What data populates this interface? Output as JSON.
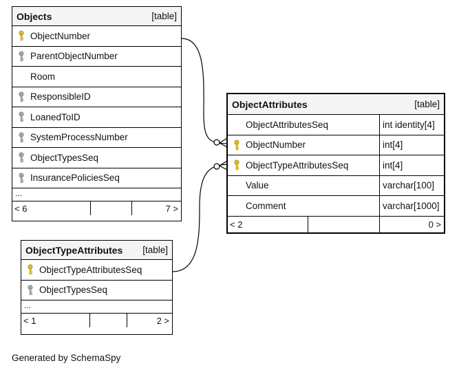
{
  "tables": {
    "objects": {
      "name": "Objects",
      "kind": "[table]",
      "columns": [
        {
          "name": "ObjectNumber",
          "icon": "primary-key-icon"
        },
        {
          "name": "ParentObjectNumber",
          "icon": "foreign-key-icon"
        },
        {
          "name": "Room",
          "icon": ""
        },
        {
          "name": "ResponsibleID",
          "icon": "foreign-key-icon"
        },
        {
          "name": "LoanedToID",
          "icon": "foreign-key-icon"
        },
        {
          "name": "SystemProcessNumber",
          "icon": "foreign-key-icon"
        },
        {
          "name": "ObjectTypesSeq",
          "icon": "foreign-key-icon"
        },
        {
          "name": "InsurancePoliciesSeq",
          "icon": "foreign-key-icon"
        }
      ],
      "more": "...",
      "parents": "< 6",
      "children": "7 >"
    },
    "object_attributes": {
      "name": "ObjectAttributes",
      "kind": "[table]",
      "columns": [
        {
          "name": "ObjectAttributesSeq",
          "type": "int identity[4]",
          "icon": ""
        },
        {
          "name": "ObjectNumber",
          "type": "int[4]",
          "icon": "primary-key-icon"
        },
        {
          "name": "ObjectTypeAttributesSeq",
          "type": "int[4]",
          "icon": "primary-key-icon"
        },
        {
          "name": "Value",
          "type": "varchar[100]",
          "icon": ""
        },
        {
          "name": "Comment",
          "type": "varchar[1000]",
          "icon": ""
        }
      ],
      "parents": "< 2",
      "children": "0 >"
    },
    "object_type_attributes": {
      "name": "ObjectTypeAttributes",
      "kind": "[table]",
      "columns": [
        {
          "name": "ObjectTypeAttributesSeq",
          "icon": "primary-key-icon"
        },
        {
          "name": "ObjectTypesSeq",
          "icon": "foreign-key-icon"
        }
      ],
      "more": "...",
      "parents": "< 1",
      "children": "2 >"
    }
  },
  "colors": {
    "primary_key": "#e8c000",
    "foreign_key": "#a6a6a6"
  },
  "credit": "Generated by SchemaSpy"
}
